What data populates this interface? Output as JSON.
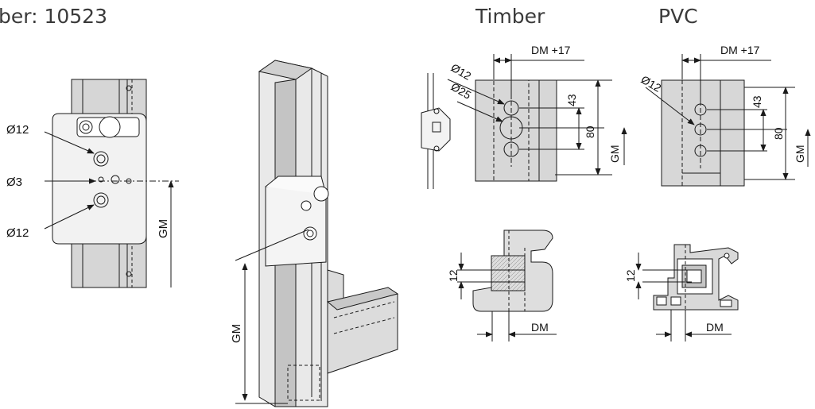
{
  "header": {
    "order_number": "ber: 10523",
    "col_timber": "Timber",
    "col_pvc": "PVC"
  },
  "left_view": {
    "d_top": "Ø12",
    "d_mid": "Ø3",
    "d_bot": "Ø12",
    "gm": "GM"
  },
  "iso_view": {
    "gm": "GM"
  },
  "timber": {
    "dm17": "DM +17",
    "d12": "Ø12",
    "d25": "Ø25",
    "v43": "43",
    "v80": "80",
    "gm": "GM",
    "v12": "12",
    "dm": "DM"
  },
  "pvc": {
    "dm17": "DM +17",
    "d12": "Ø12",
    "v43": "43",
    "v80": "80",
    "gm": "GM",
    "v12": "12",
    "dm": "DM"
  },
  "colors": {
    "line": "#1a1a1a",
    "fill_light": "#e4e4e4",
    "fill_mid": "#cfcfcf",
    "fill_dark": "#b8b8b8"
  }
}
